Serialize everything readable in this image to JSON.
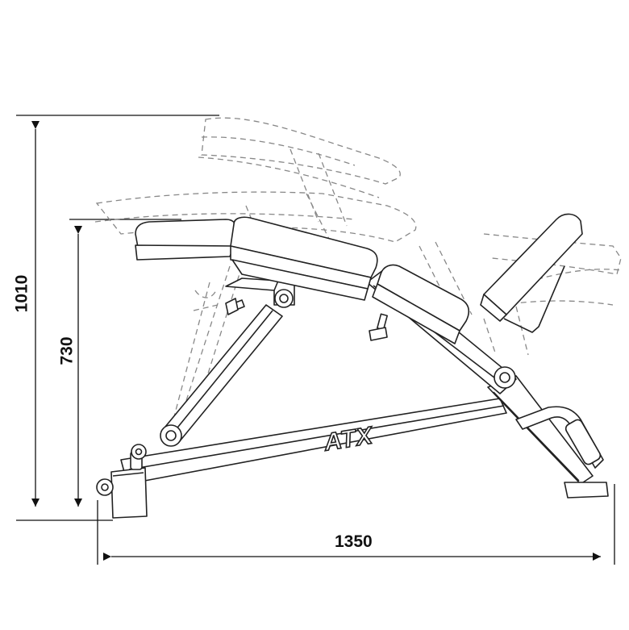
{
  "dimensions": {
    "total_height": "1010",
    "seat_height": "730",
    "length": "1350"
  },
  "brand": {
    "logo": "ATX"
  }
}
